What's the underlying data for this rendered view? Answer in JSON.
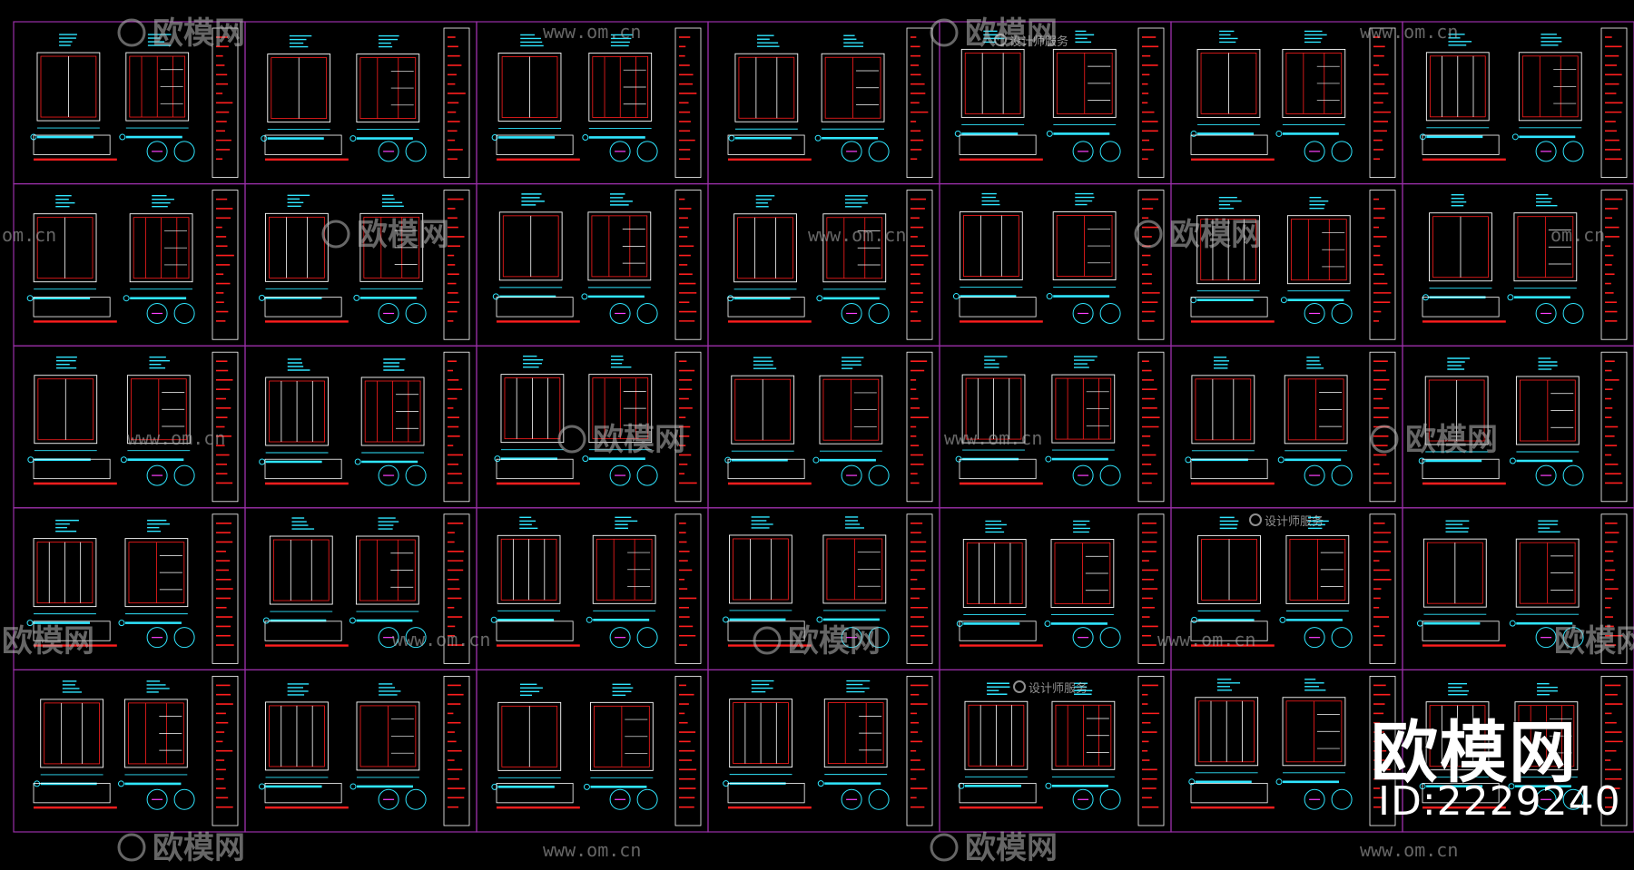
{
  "canvas": {
    "background": "#000000",
    "sheet_border_color": "#9a2fa8",
    "cyan": "#2fe6ff",
    "red": "#ff1e1e",
    "magenta": "#ff40ff",
    "white": "#ffffff"
  },
  "drawing_grid": {
    "rows": 5,
    "cols": 7
  },
  "watermarks": {
    "brand_text": "欧模网",
    "url": "www.om.cn",
    "url_short": "om.cn",
    "design_tag": "设计师服务"
  },
  "brand": {
    "name": "欧模网",
    "id_label": "ID:2229240"
  }
}
